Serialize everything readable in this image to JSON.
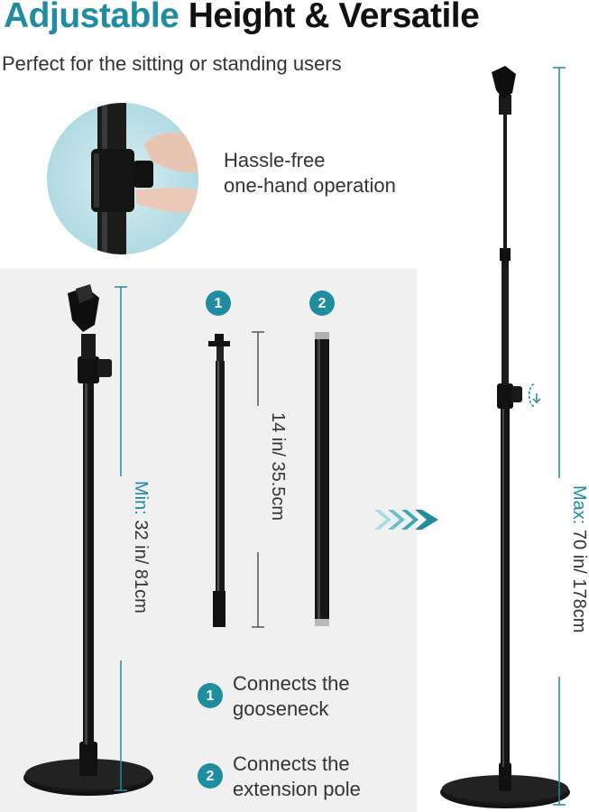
{
  "header": {
    "title_accent": "Adjustable",
    "title_rest": "Height & Versatile",
    "subtitle": "Perfect for the sitting or standing users"
  },
  "callout": {
    "line1": "Hassle-free",
    "line2": "one-hand operation"
  },
  "measurements": {
    "min_label": "Min:",
    "min_value": " 32 in/ 81cm",
    "max_label": "Max:",
    "max_value": " 70 in/ 178cm",
    "gooseneck_length": "14 in/ 35.5cm"
  },
  "parts": [
    {
      "number": "1",
      "line1": "Connects the",
      "line2": "gooseneck"
    },
    {
      "number": "2",
      "line1": "Connects the",
      "line2": "extension pole"
    }
  ],
  "colors": {
    "accent": "#1f8ca0",
    "panel": "#f0f0f0",
    "metal": "#1a1a1a"
  },
  "icons": [
    "arrow-chevrons-icon",
    "rotate-knob-icon"
  ]
}
